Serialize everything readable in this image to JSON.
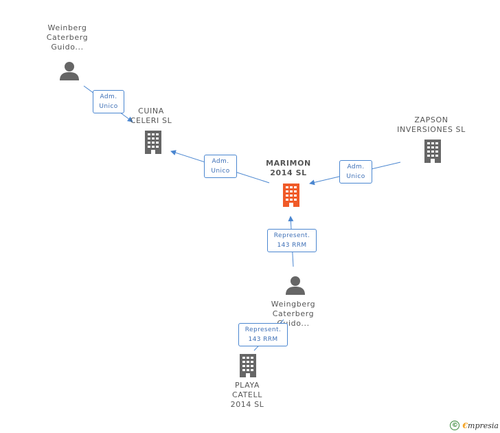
{
  "colors": {
    "company_gray": "#666666",
    "company_main": "#f05a28",
    "person_gray": "#666666",
    "edge": "#4a86d0"
  },
  "nodes": {
    "weinberg_top": {
      "lines": [
        "Weinberg",
        "Caterberg",
        "Guido..."
      ],
      "icon": "person-icon"
    },
    "cuina": {
      "lines": [
        "CUINA",
        "CELERI SL"
      ],
      "icon": "building-icon"
    },
    "zapson": {
      "lines": [
        "ZAPSON",
        "INVERSIONES SL"
      ],
      "icon": "building-icon"
    },
    "marimon": {
      "lines": [
        "MARIMON",
        "2014 SL"
      ],
      "icon": "building-icon"
    },
    "weingberg": {
      "lines": [
        "Weingberg",
        "Caterberg",
        "Guido..."
      ],
      "icon": "person-icon"
    },
    "playa": {
      "lines": [
        "PLAYA",
        "CATELL",
        "2014 SL"
      ],
      "icon": "building-icon"
    }
  },
  "relations": {
    "r1": [
      "Adm.",
      "Unico"
    ],
    "r2": [
      "Adm.",
      "Unico"
    ],
    "r3": [
      "Adm.",
      "Unico"
    ],
    "r4": [
      "Represent.",
      "143 RRM"
    ],
    "r5": [
      "Represent.",
      "143 RRM"
    ]
  },
  "footer": {
    "copyright": "©",
    "brand_initial": "€",
    "brand_rest": "mpresia"
  }
}
